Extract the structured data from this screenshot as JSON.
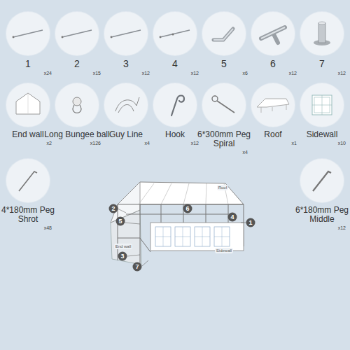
{
  "diagram": {
    "nodes": [
      {
        "text": [
          "1",
          "x24"
        ]
      },
      {
        "text": [
          "2",
          "x15"
        ]
      },
      {
        "text": [
          "3",
          "x12"
        ]
      },
      {
        "text": [
          "4",
          "x12"
        ]
      },
      {
        "text": [
          "5",
          "x6"
        ]
      },
      {
        "text": [
          "6",
          "x12"
        ]
      },
      {
        "text": [
          "7",
          "x12"
        ]
      },
      {
        "text": [
          "End wall",
          "x2"
        ]
      },
      {
        "text": [
          "Long Bungee ball",
          "x126"
        ]
      },
      {
        "text": [
          "Guy Line",
          "x4"
        ]
      },
      {
        "text": [
          "Hook",
          "x12"
        ]
      },
      {
        "text": [
          "6*300mm Peg Spiral",
          "x4"
        ]
      },
      {
        "text": [
          "Roof",
          "x1"
        ]
      },
      {
        "text": [
          "Sidewall",
          "x10"
        ]
      },
      {
        "text": [
          "4*180mm Peg Shrot",
          "x48"
        ]
      },
      {
        "text": [
          "6*180mm Peg Middle",
          "x12"
        ]
      }
    ],
    "labels": [
      "Roof",
      "2",
      "6",
      "5",
      "4",
      "1",
      "End wall",
      "Sidewall",
      "3",
      "7"
    ]
  }
}
